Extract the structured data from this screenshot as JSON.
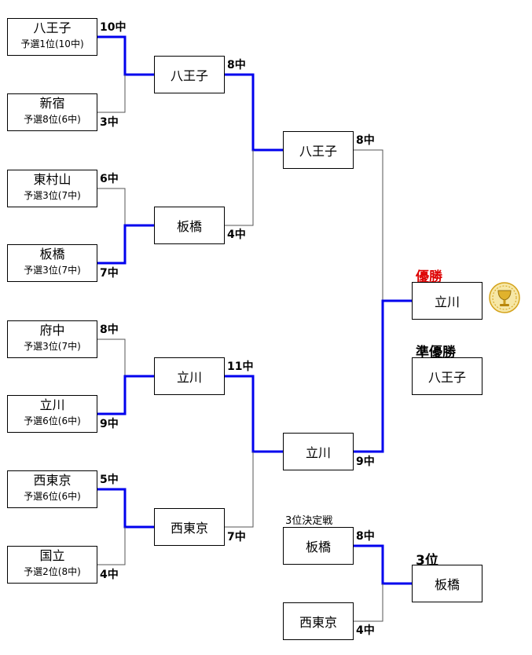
{
  "round1": [
    {
      "name": "八王子",
      "sub": "予選1位(10中)",
      "score": "10中"
    },
    {
      "name": "新宿",
      "sub": "予選8位(6中)",
      "score": "3中"
    },
    {
      "name": "東村山",
      "sub": "予選3位(7中)",
      "score": "6中"
    },
    {
      "name": "板橋",
      "sub": "予選3位(7中)",
      "score": "7中"
    },
    {
      "name": "府中",
      "sub": "予選3位(7中)",
      "score": "8中"
    },
    {
      "name": "立川",
      "sub": "予選6位(6中)",
      "score": "9中"
    },
    {
      "name": "西東京",
      "sub": "予選6位(6中)",
      "score": "5中"
    },
    {
      "name": "国立",
      "sub": "予選2位(8中)",
      "score": "4中"
    }
  ],
  "round2": [
    {
      "name": "八王子",
      "score": "8中"
    },
    {
      "name": "板橋",
      "score": "4中"
    },
    {
      "name": "立川",
      "score": "11中"
    },
    {
      "name": "西東京",
      "score": "7中"
    }
  ],
  "semis": [
    {
      "name": "八王子",
      "score": "8中"
    },
    {
      "name": "立川",
      "score": "9中"
    }
  ],
  "results": {
    "champion_label": "優勝",
    "champion": "立川",
    "runner_up_label": "準優勝",
    "runner_up": "八王子",
    "third_label": "3位",
    "third": "板橋"
  },
  "third_place_match": {
    "title": "3位決定戦",
    "teams": [
      {
        "name": "板橋",
        "score": "8中"
      },
      {
        "name": "西東京",
        "score": "4中"
      }
    ]
  },
  "colors": {
    "win_line": "#0000ee",
    "lose_line": "#000000",
    "champion_label": "#dd0000",
    "trophy": "#d4a21a"
  },
  "icons": {
    "trophy": "trophy-icon"
  }
}
